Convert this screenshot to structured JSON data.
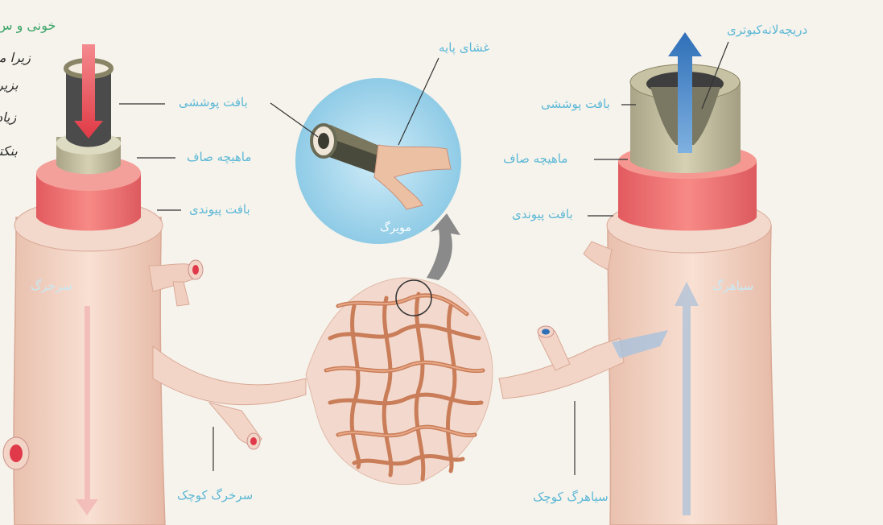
{
  "labels": {
    "endothelium_left": "بافت پوششی",
    "smooth_muscle_left": "ماهیچه صاف",
    "connective_left": "بافت پیوندی",
    "artery": "سرخرگ",
    "arteriole": "سرخرگ کوچک",
    "basement_membrane": "غشای پایه",
    "capillary": "مویرگ",
    "valve": "دریچه‌لانه‌کبوتری",
    "endothelium_right": "بافت پوششی",
    "smooth_muscle_right": "ماهیچه صاف",
    "connective_right": "بافت پیوندی",
    "vein": "سیاهرگ",
    "venule": "سیاهرگ کوچک"
  },
  "margin_text": {
    "green_line": "خونی و س",
    "hand_line_1": "زیرا ما",
    "hand_line_2": "بزیر",
    "hand_line_3": "زیاد",
    "hand_line_4": "بنکتا"
  },
  "colors": {
    "label": "#5cb8d6",
    "artery_flow": "#e8505a",
    "vein_flow": "#3a7cc4",
    "vessel_skin": "#f1d3c4",
    "muscle": "#ee6d6d",
    "endothelium": "#c9c3a2",
    "capillary_bg": "#a8d8ee",
    "capillary_net": "#d7956e"
  }
}
